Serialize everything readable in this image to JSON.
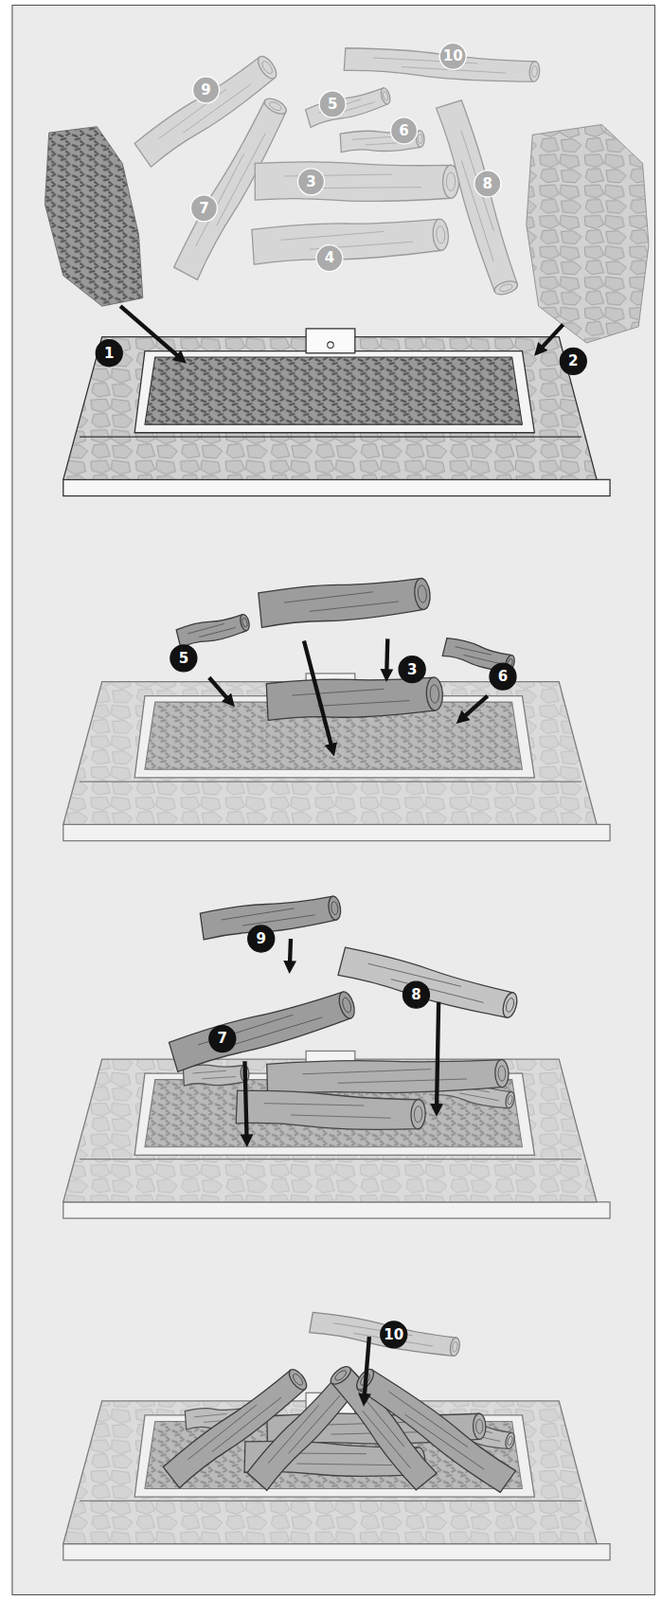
{
  "diagram": {
    "labels": [
      "9",
      "10",
      "5",
      "6",
      "3",
      "8",
      "7",
      "4",
      "1",
      "2",
      "5",
      "3",
      "6",
      "9",
      "7",
      "8",
      "10"
    ]
  }
}
